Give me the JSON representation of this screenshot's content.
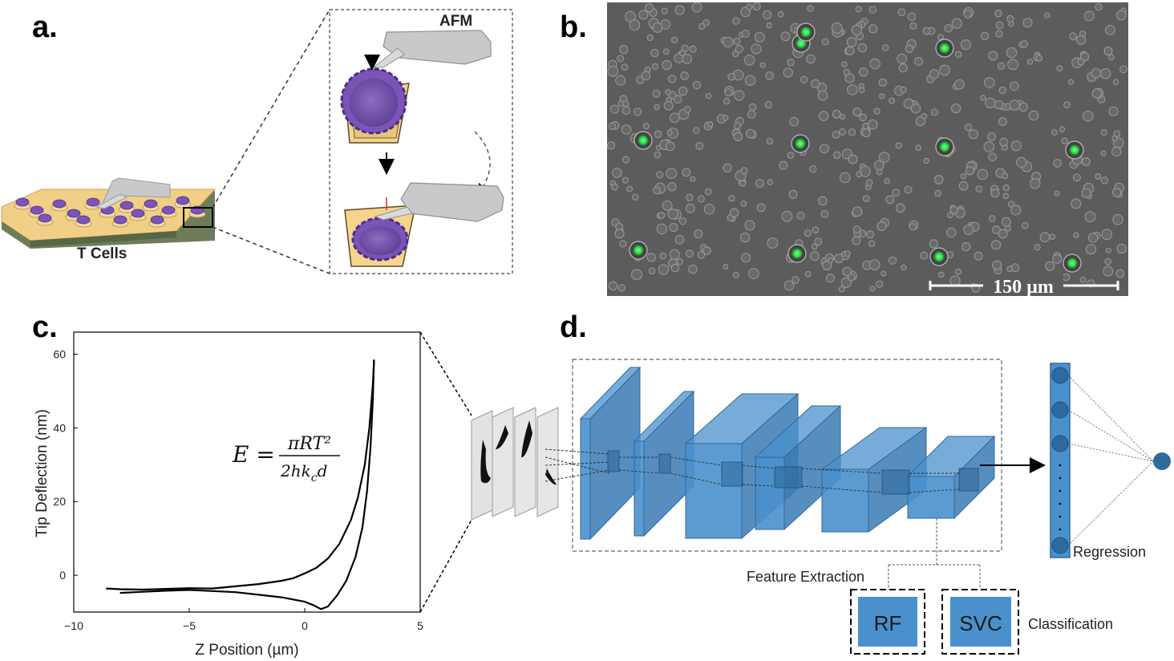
{
  "panels": {
    "a": {
      "label": "a.",
      "afm_label": "AFM",
      "substrate_label": "T Cells"
    },
    "b": {
      "label": "b.",
      "scale_bar": "150 µm",
      "colors": {
        "fluorescence": "#22dd44",
        "background": "#5c5c5c"
      }
    },
    "c": {
      "label": "c.",
      "equation": {
        "lhs": "E =",
        "numerator": "πRT²",
        "denominator": "2hk",
        "denominator_sub": "c",
        "denominator_tail": "d"
      },
      "chart_data": {
        "type": "line",
        "title": "",
        "xlabel": "Z Position (µm)",
        "ylabel": "Tip Deflection (nm)",
        "xlim": [
          -10,
          5
        ],
        "ylim": [
          -10,
          66
        ],
        "xticks": [
          -10,
          -5,
          0,
          5
        ],
        "yticks": [
          0,
          20,
          40,
          60
        ],
        "series": [
          {
            "x": [
              -8.6,
              -8.0,
              -7.0,
              -6.0,
              -5.0,
              -4.0,
              -3.0,
              -2.0,
              -1.0,
              -0.5,
              0.0,
              0.5,
              1.0,
              1.5,
              2.0,
              2.3,
              2.6,
              2.8,
              2.95,
              3.0
            ],
            "y": [
              -3.6,
              -3.8,
              -3.9,
              -3.7,
              -3.5,
              -3.6,
              -3.0,
              -2.4,
              -1.5,
              -0.8,
              0.5,
              2.0,
              4.5,
              8.5,
              15.0,
              21.0,
              30.0,
              40.0,
              52.0,
              58.5
            ]
          },
          {
            "x": [
              3.0,
              2.95,
              2.85,
              2.7,
              2.5,
              2.2,
              1.8,
              1.4,
              1.0,
              0.7,
              0.4,
              0.0,
              -1.0,
              -2.0,
              -3.0,
              -4.0,
              -5.0,
              -6.0,
              -7.0,
              -8.0
            ],
            "y": [
              58.5,
              48.0,
              35.0,
              23.0,
              13.0,
              5.0,
              -1.5,
              -5.5,
              -8.5,
              -9.2,
              -8.2,
              -7.2,
              -6.0,
              -5.3,
              -4.6,
              -4.3,
              -4.0,
              -4.2,
              -4.5,
              -4.8
            ]
          }
        ]
      }
    },
    "d": {
      "label": "d.",
      "feature_label": "Feature Extraction",
      "regression_label": "Regression",
      "classification_label": "Classification",
      "classifiers": [
        "RF",
        "SVC"
      ],
      "colors": {
        "block": "#4a90cc",
        "node": "#2e6a9e"
      }
    }
  }
}
